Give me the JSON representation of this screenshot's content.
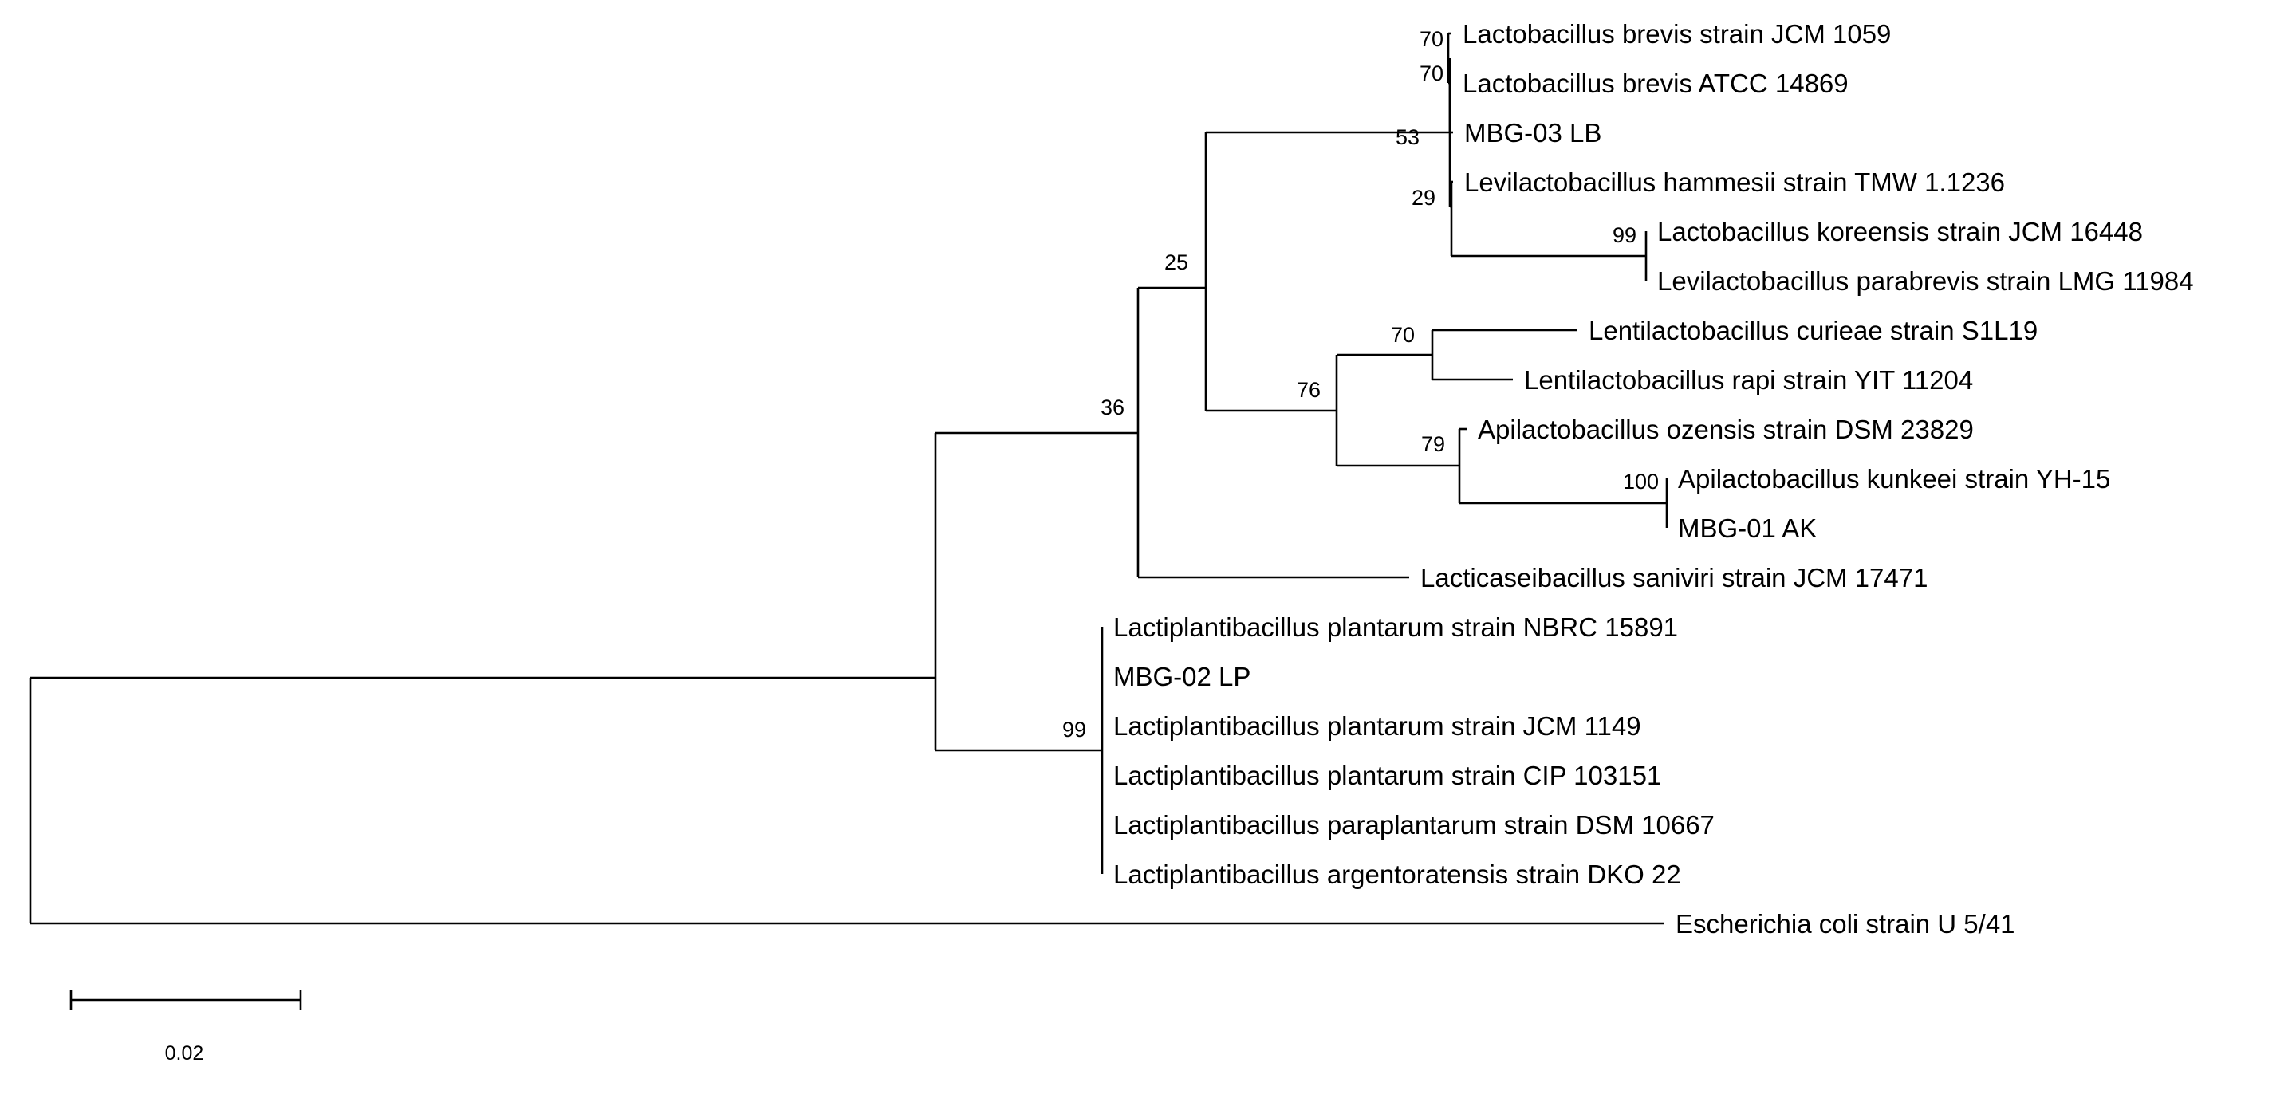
{
  "tree": {
    "leaves": [
      {
        "id": "L1",
        "label": "Lactobacillus brevis strain JCM 1059"
      },
      {
        "id": "L2",
        "label": "Lactobacillus brevis ATCC 14869"
      },
      {
        "id": "L3",
        "label": "MBG-03 LB"
      },
      {
        "id": "L4",
        "label": "Levilactobacillus hammesii strain TMW 1.1236"
      },
      {
        "id": "L5",
        "label": "Lactobacillus koreensis strain JCM 16448"
      },
      {
        "id": "L6",
        "label": "Levilactobacillus parabrevis strain LMG 11984"
      },
      {
        "id": "L7",
        "label": "Lentilactobacillus curieae strain S1L19"
      },
      {
        "id": "L8",
        "label": "Lentilactobacillus rapi strain YIT 11204"
      },
      {
        "id": "L9",
        "label": "Apilactobacillus ozensis strain DSM 23829"
      },
      {
        "id": "L10",
        "label": "Apilactobacillus kunkeei strain YH-15"
      },
      {
        "id": "L11",
        "label": "MBG-01 AK"
      },
      {
        "id": "L12",
        "label": "Lacticaseibacillus saniviri strain JCM 17471"
      },
      {
        "id": "L13",
        "label": "Lactiplantibacillus plantarum strain NBRC 15891"
      },
      {
        "id": "L14",
        "label": "MBG-02 LP"
      },
      {
        "id": "L15",
        "label": "Lactiplantibacillus plantarum strain JCM 1149"
      },
      {
        "id": "L16",
        "label": "Lactiplantibacillus plantarum strain CIP 103151"
      },
      {
        "id": "L17",
        "label": "Lactiplantibacillus paraplantarum strain DSM 10667"
      },
      {
        "id": "L18",
        "label": "Lactiplantibacillus argentoratensis strain DKO 22"
      },
      {
        "id": "L19",
        "label": "Escherichia coli strain U 5/41"
      }
    ],
    "support_values": [
      {
        "node": "n70a",
        "value": "70"
      },
      {
        "node": "n70b",
        "value": "70"
      },
      {
        "node": "n53",
        "value": "53"
      },
      {
        "node": "n29",
        "value": "29"
      },
      {
        "node": "n99a",
        "value": "99"
      },
      {
        "node": "n25",
        "value": "25"
      },
      {
        "node": "n70c",
        "value": "70"
      },
      {
        "node": "n76",
        "value": "76"
      },
      {
        "node": "n79",
        "value": "79"
      },
      {
        "node": "n100",
        "value": "100"
      },
      {
        "node": "n36",
        "value": "36"
      },
      {
        "node": "n99b",
        "value": "99"
      }
    ],
    "scale_bar": {
      "label": "0.02",
      "length": 0.02
    }
  }
}
